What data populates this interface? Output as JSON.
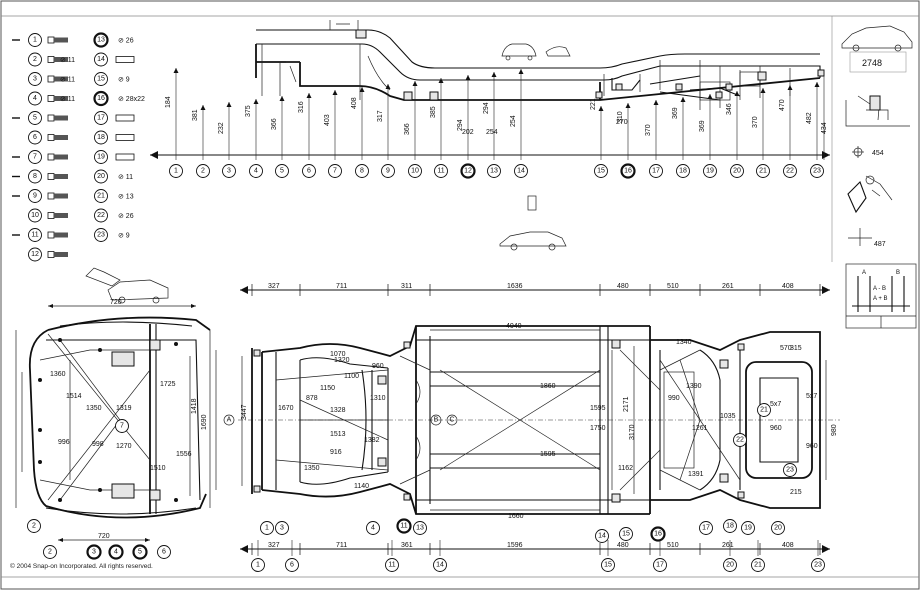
{
  "legend": {
    "left": [
      {
        "n": "1",
        "size": ""
      },
      {
        "n": "2",
        "size": "11"
      },
      {
        "n": "3",
        "size": "11"
      },
      {
        "n": "4",
        "size": "11"
      },
      {
        "n": "5",
        "size": ""
      },
      {
        "n": "6",
        "size": ""
      },
      {
        "n": "7",
        "size": ""
      },
      {
        "n": "8",
        "size": ""
      },
      {
        "n": "9",
        "size": ""
      },
      {
        "n": "10",
        "size": ""
      },
      {
        "n": "11",
        "size": ""
      },
      {
        "n": "12",
        "size": ""
      }
    ],
    "right": [
      {
        "n": "13",
        "size": "26"
      },
      {
        "n": "14",
        "size": ""
      },
      {
        "n": "15",
        "size": "9"
      },
      {
        "n": "16",
        "size": "28x22"
      },
      {
        "n": "17",
        "size": ""
      },
      {
        "n": "18",
        "size": ""
      },
      {
        "n": "19",
        "size": ""
      },
      {
        "n": "20",
        "size": "11"
      },
      {
        "n": "21",
        "size": "13"
      },
      {
        "n": "22",
        "size": "26"
      },
      {
        "n": "23",
        "size": "9"
      }
    ]
  },
  "side_view": {
    "point_labels": [
      "1",
      "2",
      "3",
      "4",
      "5",
      "6",
      "7",
      "8",
      "9",
      "10",
      "11",
      "12",
      "13",
      "14",
      "15",
      "16",
      "17",
      "18",
      "19",
      "20",
      "21",
      "22",
      "23"
    ],
    "heights": [
      "184",
      "381",
      "232",
      "375",
      "366",
      "316",
      "403",
      "408",
      "317",
      "366",
      "385",
      "294",
      "294",
      "254",
      "221",
      "310",
      "370",
      "369",
      "369",
      "346",
      "370",
      "470",
      "482",
      "434"
    ],
    "dims": [
      "270",
      "202",
      "254"
    ]
  },
  "right_panel": {
    "dims": [
      "2748",
      "454",
      "487"
    ],
    "table": [
      "A",
      "B",
      "A - B",
      "A + B"
    ]
  },
  "front_view": {
    "dims": [
      "720",
      "1360",
      "1514",
      "996",
      "1350",
      "998",
      "1319",
      "1270",
      "1418",
      "1725",
      "1690",
      "1556",
      "1510"
    ],
    "bottom_labels": [
      "2",
      "3",
      "4",
      "5",
      "6",
      "7"
    ],
    "bottom_dims": [
      "720"
    ]
  },
  "plan_view": {
    "top_dims": [
      "327",
      "711",
      "311",
      "1636",
      "480",
      "510",
      "261",
      "408"
    ],
    "bottom_dims": [
      "327",
      "711",
      "361",
      "1596",
      "480",
      "510",
      "261",
      "408"
    ],
    "inner_dims": [
      "1320",
      "1150",
      "1328",
      "1513",
      "916",
      "1350",
      "878",
      "1310",
      "1382",
      "1140",
      "1070",
      "1100",
      "960",
      "3447",
      "1670",
      "4040",
      "1860",
      "1660",
      "1595",
      "1595",
      "2171",
      "3170",
      "1750",
      "1162",
      "1340",
      "1390",
      "1261",
      "1391",
      "990",
      "1035",
      "570",
      "5x7",
      "5x7",
      "960",
      "960",
      "980",
      "315",
      "215"
    ],
    "bottom_labels": [
      "1",
      "3",
      "4",
      "11",
      "13",
      "14",
      "15",
      "16",
      "17",
      "18",
      "19",
      "20",
      "21",
      "22",
      "23"
    ],
    "lower_labels": [
      "1",
      "6",
      "11",
      "14",
      "15",
      "17",
      "20",
      "21",
      "23"
    ],
    "side_labels": [
      "A",
      "B",
      "C"
    ]
  },
  "copyright": "© 2004 Snap-on Incorporated. All rights reserved."
}
